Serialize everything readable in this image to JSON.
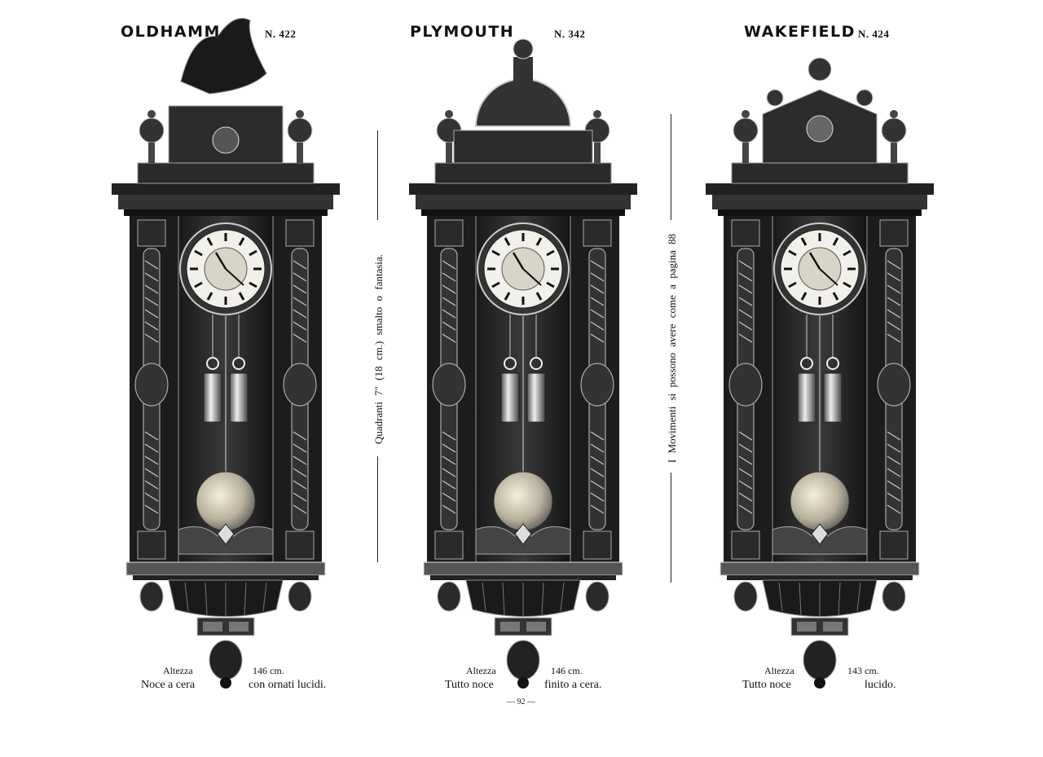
{
  "clocks": [
    {
      "name": "OLDHAMM",
      "number": "N. 422",
      "height_label": "Altezza",
      "height": "146 cm.",
      "finish_left": "Noce a cera",
      "finish_right": "con ornati lucidi."
    },
    {
      "name": "PLYMOUTH",
      "number": "N. 342",
      "height_label": "Altezza",
      "height": "146 cm.",
      "finish_left": "Tutto noce",
      "finish_right": "finito a cera."
    },
    {
      "name": "WAKEFIELD",
      "number": "N. 424",
      "height_label": "Altezza",
      "height": "143 cm.",
      "finish_left": "Tutto noce",
      "finish_right": "lucido."
    }
  ],
  "side_notes": {
    "left": "Quadranti 7\" (18 cm.) smalto o fantasia.",
    "right": "I Movimenti si possono avere come a pagina 88"
  },
  "page_number": "— 92 —"
}
